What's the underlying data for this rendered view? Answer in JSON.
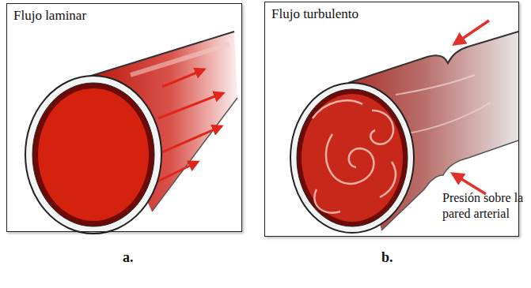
{
  "diagram": {
    "nodes": [
      {
        "text": [
          "Flujo laminar"
        ]
      },
      {
        "text": [
          "Flujo turbulento",
          "Presión sobre la pared arterial"
        ]
      }
    ],
    "labels": [
      "a.",
      "b."
    ]
  }
}
